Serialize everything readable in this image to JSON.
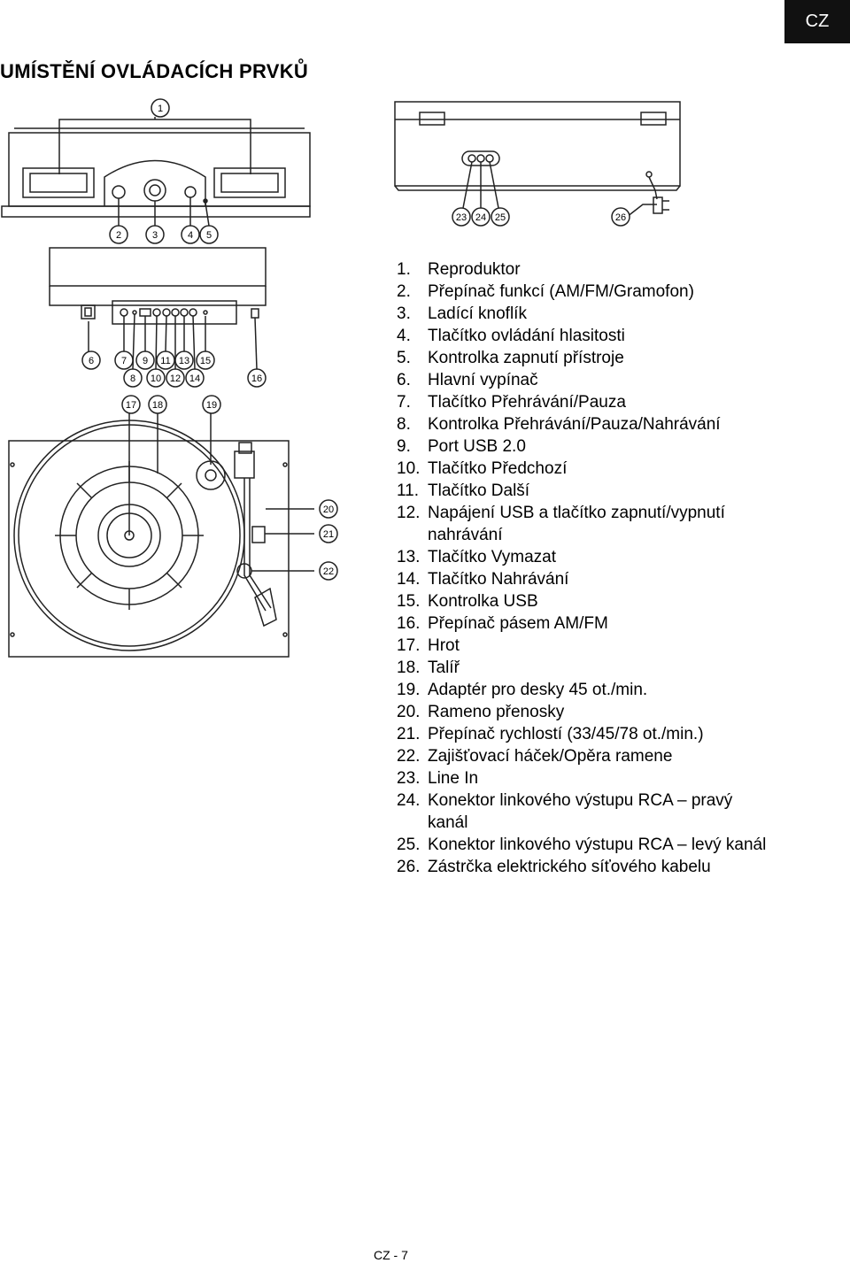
{
  "lang_badge": "CZ",
  "title": "UMÍSTĚNÍ OVLÁDACÍCH PRVKŮ",
  "callouts": [
    "1",
    "2",
    "3",
    "4",
    "5",
    "6",
    "7",
    "8",
    "9",
    "10",
    "11",
    "12",
    "13",
    "14",
    "15",
    "16",
    "17",
    "18",
    "19",
    "20",
    "21",
    "22",
    "23",
    "24",
    "25",
    "26"
  ],
  "items": [
    {
      "num": "1.",
      "text": "Reproduktor"
    },
    {
      "num": "2.",
      "text": "Přepínač funkcí (AM/FM/Gramofon)"
    },
    {
      "num": "3.",
      "text": "Ladící knoflík"
    },
    {
      "num": "4.",
      "text": "Tlačítko ovládání hlasitosti"
    },
    {
      "num": "5.",
      "text": "Kontrolka zapnutí přístroje"
    },
    {
      "num": "6.",
      "text": "Hlavní vypínač"
    },
    {
      "num": "7.",
      "text": "Tlačítko Přehrávání/Pauza"
    },
    {
      "num": "8.",
      "text": "Kontrolka Přehrávání/Pauza/Nahrávání"
    },
    {
      "num": "9.",
      "text": "Port USB 2.0"
    },
    {
      "num": "10.",
      "text": "Tlačítko Předchozí"
    },
    {
      "num": "11.",
      "text": "Tlačítko Další"
    },
    {
      "num": "12.",
      "text": "Napájení USB a tlačítko zapnutí/vypnutí nahrávání"
    },
    {
      "num": "13.",
      "text": "Tlačítko Vymazat"
    },
    {
      "num": "14.",
      "text": "Tlačítko Nahrávání"
    },
    {
      "num": "15.",
      "text": "Kontrolka USB"
    },
    {
      "num": "16.",
      "text": "Přepínač pásem AM/FM"
    },
    {
      "num": "17.",
      "text": "Hrot"
    },
    {
      "num": "18.",
      "text": "Talíř"
    },
    {
      "num": "19.",
      "text": "Adaptér pro desky 45 ot./min."
    },
    {
      "num": "20.",
      "text": "Rameno přenosky"
    },
    {
      "num": "21.",
      "text": "Přepínač rychlostí (33/45/78 ot./min.)"
    },
    {
      "num": "22.",
      "text": "Zajišťovací háček/Opěra ramene"
    },
    {
      "num": "23.",
      "text": "Line In"
    },
    {
      "num": "24.",
      "text": "Konektor linkového výstupu RCA – pravý kanál"
    },
    {
      "num": "25.",
      "text": "Konektor linkového výstupu RCA – levý kanál"
    },
    {
      "num": "26.",
      "text": "Zástrčka elektrického síťového kabelu"
    }
  ],
  "page_number": "CZ - 7"
}
